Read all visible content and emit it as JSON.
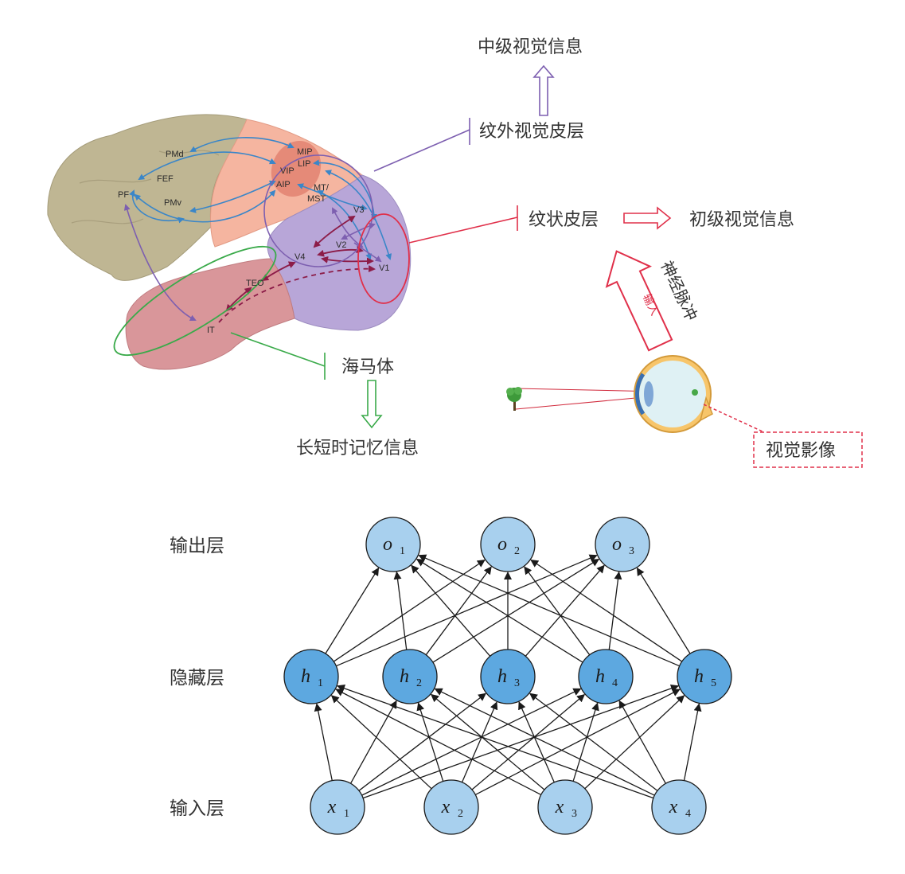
{
  "brain": {
    "regions": [
      "PMd",
      "FEF",
      "PF",
      "PMv",
      "MIP",
      "LIP",
      "VIP",
      "AIP",
      "MT/",
      "MST",
      "V3",
      "V2",
      "V4",
      "V1",
      "TEO",
      "IT"
    ]
  },
  "labels": {
    "mid_info": "中级视觉信息",
    "extrastriate": "纹外视觉皮层",
    "striate": "纹状皮层",
    "primary_info": "初级视觉信息",
    "nerve_pulse": "神经脉冲",
    "input": "输入",
    "hippocampus": "海马体",
    "memory_info": "长短时记忆信息",
    "visual_image": "视觉影像"
  },
  "network": {
    "layers": [
      {
        "name": "输出层",
        "nodes": [
          {
            "v": "o",
            "s": "1"
          },
          {
            "v": "o",
            "s": "2"
          },
          {
            "v": "o",
            "s": "3"
          }
        ]
      },
      {
        "name": "隐藏层",
        "nodes": [
          {
            "v": "h",
            "s": "1"
          },
          {
            "v": "h",
            "s": "2"
          },
          {
            "v": "h",
            "s": "3"
          },
          {
            "v": "h",
            "s": "4"
          },
          {
            "v": "h",
            "s": "5"
          }
        ]
      },
      {
        "name": "输入层",
        "nodes": [
          {
            "v": "x",
            "s": "1"
          },
          {
            "v": "x",
            "s": "2"
          },
          {
            "v": "x",
            "s": "3"
          },
          {
            "v": "x",
            "s": "4"
          }
        ]
      }
    ]
  },
  "colors": {
    "frontal": "#bfb693",
    "parietal": "#f5b5a0",
    "parietal_dark": "#e58a78",
    "occipital": "#b8a6d8",
    "temporal": "#d9969a",
    "blue_arrow": "#3a86c8",
    "purple": "#7d5fb0",
    "maroon": "#8c1c48",
    "red": "#e0304a",
    "green": "#3aaa4a",
    "light_node": "#a8d0ee",
    "dark_node": "#5da8e0"
  }
}
